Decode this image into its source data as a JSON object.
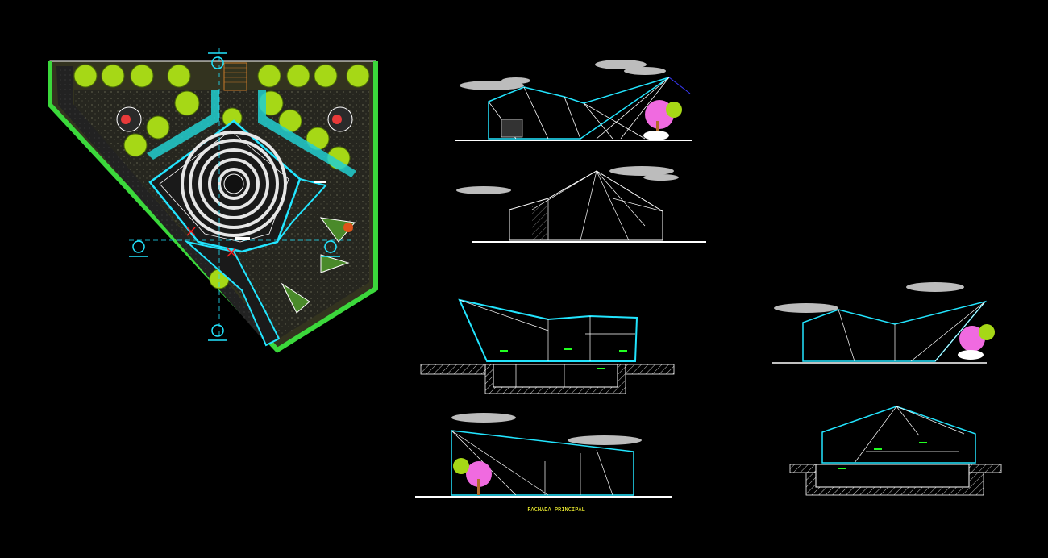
{
  "drawing": {
    "caption": "FACHADA PRINCIPAL",
    "colors": {
      "background": "#000000",
      "grass": "#2a2a26",
      "grass_edge": "#30d830",
      "tree": "#a6d816",
      "water": "#22cfd0",
      "line": "#ffffff",
      "cyan": "#00e5ff",
      "blue": "#2b3bff",
      "red": "#ff2020",
      "pink": "#f06ae0",
      "green_bar": "#22ff22",
      "cloud": "#d0d0d0",
      "caption": "#ffff33"
    },
    "views": [
      {
        "name": "site-plan"
      },
      {
        "name": "elevation-rear"
      },
      {
        "name": "elevation-side"
      },
      {
        "name": "longitudinal-section"
      },
      {
        "name": "main-facade"
      },
      {
        "name": "elevation-lateral"
      },
      {
        "name": "cross-section"
      }
    ]
  }
}
